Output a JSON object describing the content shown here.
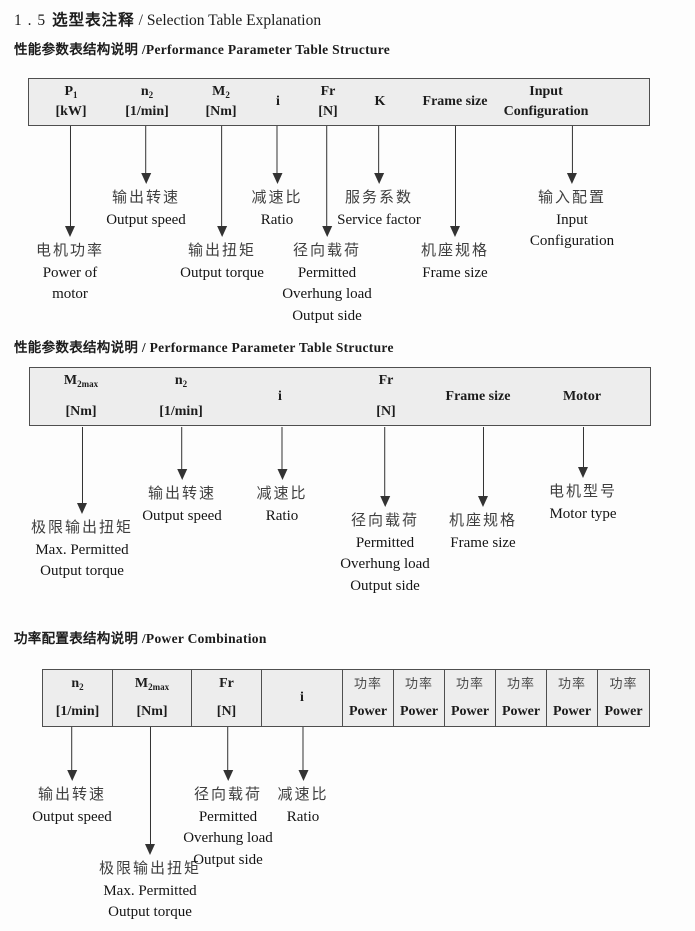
{
  "doc": {
    "title": {
      "num": "1 . 5",
      "cjk": "选型表注释",
      "en": "/ Selection Table Explanation"
    },
    "s1": {
      "heading": "性能参数表结构说明 /Performance Parameter Table Structure",
      "cols": [
        {
          "sym": "P",
          "sub": "1",
          "unit": "[kW]"
        },
        {
          "sym": "n",
          "sub": "2",
          "unit": "[1/min]"
        },
        {
          "sym": "M",
          "sub": "2",
          "unit": "[Nm]"
        },
        {
          "sym": "i"
        },
        {
          "sym": "Fr",
          "unit": "[N]"
        },
        {
          "sym": "K"
        },
        {
          "sym": "Frame size"
        },
        {
          "sym": "Input",
          "unit": "Configuration"
        }
      ],
      "callouts": [
        {
          "lines": [
            "电机功率",
            "Power of",
            "motor"
          ]
        },
        {
          "lines": [
            "输出转速",
            "Output speed"
          ]
        },
        {
          "lines": [
            "输出扭矩",
            "Output torque"
          ]
        },
        {
          "lines": [
            "减速比",
            "Ratio"
          ]
        },
        {
          "lines": [
            "径向载荷",
            "Permitted",
            "Overhung load",
            "Output side"
          ]
        },
        {
          "lines": [
            "服务系数",
            "Service factor"
          ]
        },
        {
          "lines": [
            "机座规格",
            "Frame size"
          ]
        },
        {
          "lines": [
            "输入配置",
            "Input",
            "Configuration"
          ]
        }
      ]
    },
    "s2": {
      "heading": "性能参数表结构说明 / Performance Parameter Table Structure",
      "cols": [
        {
          "sym": "M",
          "sub": "2max",
          "unit": "[Nm]"
        },
        {
          "sym": "n",
          "sub": "2",
          "unit": "[1/min]"
        },
        {
          "sym": "i"
        },
        {
          "sym": "Fr",
          "unit": "[N]"
        },
        {
          "sym": "Frame size"
        },
        {
          "sym": "Motor"
        }
      ],
      "callouts": [
        {
          "lines": [
            "极限输出扭矩",
            "Max. Permitted",
            "Output torque"
          ]
        },
        {
          "lines": [
            "输出转速",
            "Output speed"
          ]
        },
        {
          "lines": [
            "减速比",
            "Ratio"
          ]
        },
        {
          "lines": [
            "径向载荷",
            "Permitted",
            "Overhung load",
            "Output side"
          ]
        },
        {
          "lines": [
            "机座规格",
            "Frame size"
          ]
        },
        {
          "lines": [
            "电机型号",
            "Motor type"
          ]
        }
      ]
    },
    "s3": {
      "heading": "功率配置表结构说明 /Power Combination",
      "cols": [
        {
          "sym": "n",
          "sub": "2",
          "unit": "[1/min]"
        },
        {
          "sym": "M",
          "sub": "2max",
          "unit": "[Nm]"
        },
        {
          "sym": "Fr",
          "unit": "[N]"
        },
        {
          "sym": "i"
        }
      ],
      "power": {
        "cjk": "功率",
        "en": "Power"
      },
      "callouts": [
        {
          "lines": [
            "输出转速",
            "Output speed"
          ]
        },
        {
          "lines": [
            "极限输出扭矩",
            "Max. Permitted",
            "Output torque"
          ]
        },
        {
          "lines": [
            "径向载荷",
            "Permitted",
            "Overhung load",
            "Output side"
          ]
        },
        {
          "lines": [
            "减速比",
            "Ratio"
          ]
        }
      ]
    }
  }
}
